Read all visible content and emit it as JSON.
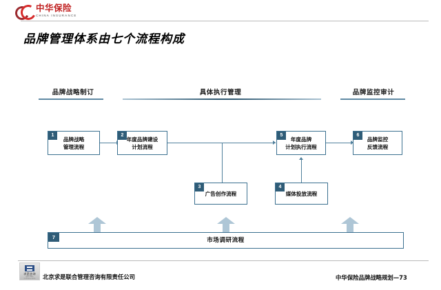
{
  "brand": {
    "logo_cn": "中华保险",
    "logo_en": "CHINA  INSURANCE"
  },
  "title": "品牌管理体系由七个流程构成",
  "sections": [
    {
      "label": "品牌战略制订"
    },
    {
      "label": "具体执行管理"
    },
    {
      "label": "品牌监控审计"
    }
  ],
  "boxes": [
    {
      "num": "1",
      "label": "品牌战略\n管理流程"
    },
    {
      "num": "2",
      "label": "年度品牌建设\n计划流程"
    },
    {
      "num": "3",
      "label": "广告创作流程"
    },
    {
      "num": "4",
      "label": "媒体投放流程"
    },
    {
      "num": "5",
      "label": "年度品牌\n计划执行流程"
    },
    {
      "num": "6",
      "label": "品牌监控\n反馈流程"
    },
    {
      "num": "7",
      "label": "市场调研流程"
    }
  ],
  "footer": {
    "company": "北京求是联合管理咨询有限责任公司",
    "logo_cn": "求是咨询",
    "logo_en": "QIU SHI",
    "logo_en2": "CONSULTING",
    "page_note": "中华保险品牌战略规划—73"
  },
  "colors": {
    "box_border": "#3a6f8f",
    "badge": "#2f5c77",
    "connector": "#4f7f9b",
    "block_arrow": "#aec6d6",
    "rule": "#5e89a3",
    "logo_red": "#c02020"
  }
}
